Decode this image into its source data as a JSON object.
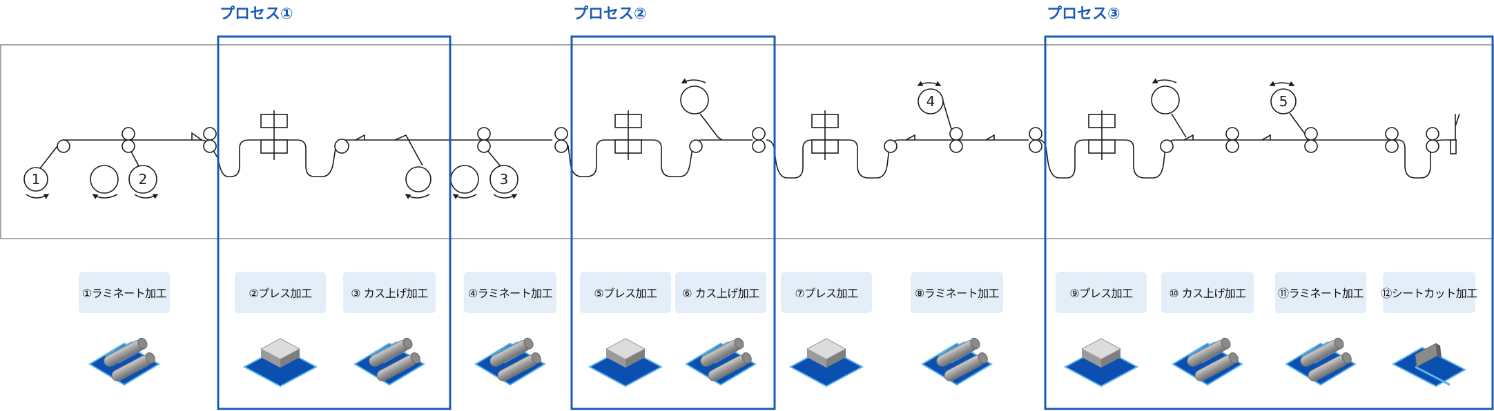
{
  "processes": [
    {
      "title": "プロセス①"
    },
    {
      "title": "プロセス②"
    },
    {
      "title": "プロセス③"
    }
  ],
  "rolls": [
    "1",
    "2",
    "3",
    "4",
    "5"
  ],
  "steps": [
    {
      "label": "①ラミネート加工",
      "type": "laminate"
    },
    {
      "label": "②プレス加工",
      "type": "press"
    },
    {
      "label": "③ カス上げ加工",
      "type": "laminate"
    },
    {
      "label": "④ラミネート加工",
      "type": "laminate"
    },
    {
      "label": "⑤プレス加工",
      "type": "press"
    },
    {
      "label": "⑥ カス上げ加工",
      "type": "laminate"
    },
    {
      "label": "⑦プレス加工",
      "type": "press"
    },
    {
      "label": "⑧ラミネート加工",
      "type": "laminate"
    },
    {
      "label": "⑨プレス加工",
      "type": "press"
    },
    {
      "label": "⑩ カス上げ加工",
      "type": "laminate"
    },
    {
      "label": "⑪ラミネート加工",
      "type": "laminate"
    },
    {
      "label": "⑫シートカット加工",
      "type": "cut"
    }
  ],
  "colors": {
    "accent": "#1a5bb8",
    "sheet": "#0b4fb0",
    "sheet_edge": "#5ab4ee",
    "panel": "#e4eef8",
    "line": "#1a1a1a"
  }
}
